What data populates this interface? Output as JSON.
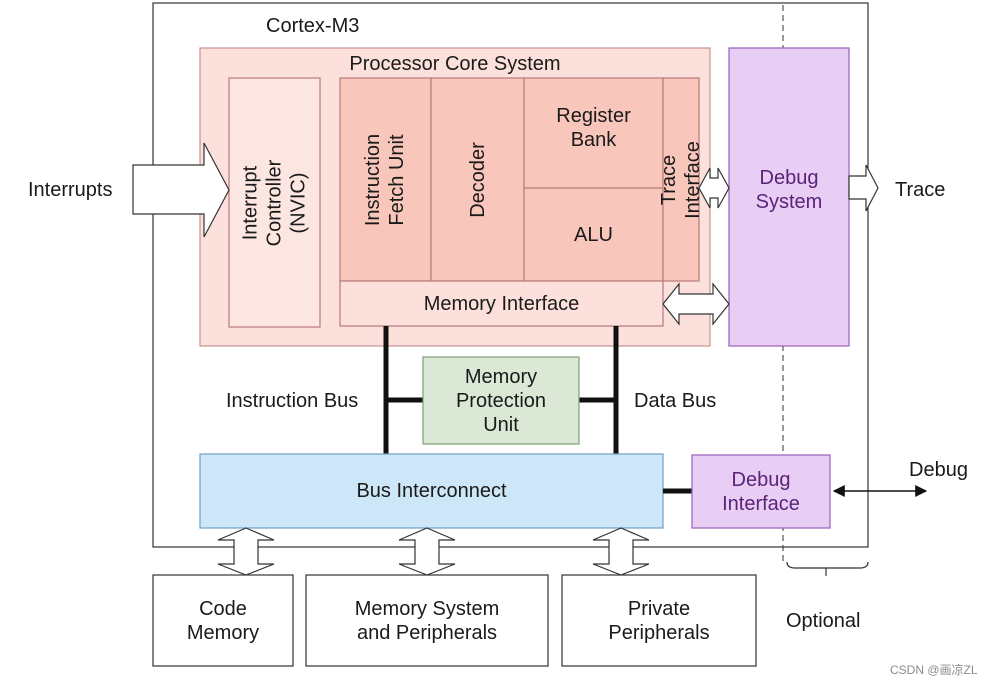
{
  "diagram": {
    "title": "Cortex-M3",
    "processor_core_system": "Processor Core System",
    "interrupt_controller": "Interrupt Controller\n(NVIC)",
    "instruction_fetch_unit": "Instruction\nFetch Unit",
    "decoder": "Decoder",
    "register_bank": "Register\nBank",
    "alu": "ALU",
    "trace_interface": "Trace Interface",
    "memory_interface": "Memory Interface",
    "debug_system": "Debug\nSystem",
    "memory_protection_unit": "Memory\nProtection\nUnit",
    "instruction_bus": "Instruction Bus",
    "data_bus": "Data Bus",
    "bus_interconnect": "Bus Interconnect",
    "debug_interface": "Debug\nInterface",
    "interrupts": "Interrupts",
    "trace": "Trace",
    "debug": "Debug",
    "optional": "Optional",
    "code_memory": "Code\nMemory",
    "memory_system": "Memory System\nand Peripherals",
    "private_peripherals": "Private\nPeripherals",
    "watermark": "CSDN @画凉ZL"
  },
  "colors": {
    "core_bg": "#fbe0dc",
    "core_border": "#cc8f8f",
    "unit_bg": "#f8c6bb",
    "nvic_bg": "#fce6e1",
    "debug_bg": "#e8cef5",
    "debug_border": "#9a5fb8",
    "debug_text": "#5a2378",
    "mpu_bg": "#dbe8d6",
    "mpu_border": "#7f9f79",
    "bus_bg": "#cde6f8",
    "bus_border": "#6e9fc8"
  }
}
